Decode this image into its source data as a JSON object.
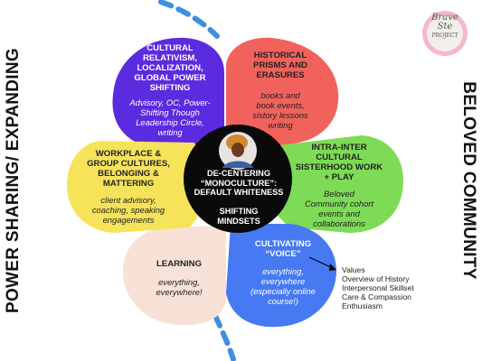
{
  "side_labels": {
    "left": "POWER SHARING/ EXPANDING",
    "right": "BELOVED COMMUNITY"
  },
  "logo": {
    "text_line1": "Brave",
    "text_line2": "Ste",
    "text_line3": "PROJECT"
  },
  "center": {
    "title_lines": [
      "DE-CENTERING",
      "“MONOCULTURE”:",
      "DEFAULT WHITENESS"
    ],
    "subtitle_lines": [
      "SHIFTING",
      "MINDSETS"
    ]
  },
  "petals": [
    {
      "id": "cultural",
      "color": "#5b2be0",
      "title_lines": [
        "CULTURAL",
        "RELATIVISM,",
        "LOCALIZATION,",
        "GLOBAL POWER",
        "SHIFTING"
      ],
      "body_lines": [
        "Advisory, OC,  Power-",
        "Shifting Though",
        "Leadership Circle,",
        "writing"
      ]
    },
    {
      "id": "historical",
      "color": "#f2625c",
      "title_lines": [
        "HISTORICAL",
        "PRISMS AND",
        "ERASURES"
      ],
      "body_lines": [
        "books and",
        "book events,",
        "sistory lessons",
        "writing"
      ]
    },
    {
      "id": "intra",
      "color": "#7edb55",
      "title_lines": [
        "INTRA-INTER",
        "CULTURAL",
        "SISTERHOOD WORK",
        "+ PLAY"
      ],
      "body_lines": [
        "Beloved",
        "Community cohort",
        "events and",
        "collaborations"
      ]
    },
    {
      "id": "cultivating",
      "color": "#4679f2",
      "title_lines": [
        "CULTIVATING",
        "“VOICE”"
      ],
      "body_lines": [
        "everything,",
        "everywhere",
        "(especially online",
        "course!)"
      ]
    },
    {
      "id": "learning",
      "color": "#f8e1d6",
      "title_lines": [
        "LEARNING"
      ],
      "body_lines": [
        "everything,",
        "everywhere!"
      ]
    },
    {
      "id": "workplace",
      "color": "#f6e35a",
      "title_lines": [
        "WORKPLACE &",
        "GROUP CULTURES,",
        "BELONGING &",
        "MATTERING"
      ],
      "body_lines": [
        "client advisory,",
        "coaching, speaking",
        "engagements"
      ]
    }
  ],
  "notes": [
    "Values",
    "Overview of History",
    "Interpersonal Skillset",
    "Care & Compassion",
    "Enthusiasm"
  ],
  "colors": {
    "center": "#0a0a0a",
    "dashed_path": "#3d8fe0",
    "text_dark": "#222222",
    "text_light": "#ffffff"
  }
}
